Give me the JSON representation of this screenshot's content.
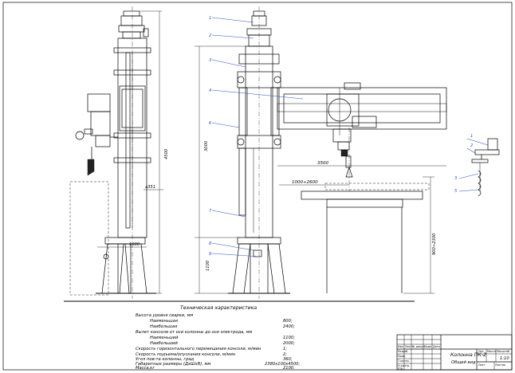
{
  "drawing": {
    "dimensions": {
      "height_total": "4500",
      "column_height": "3000",
      "reach": "3500",
      "travel_range": "1000÷2600",
      "worktable_height": "900÷2300",
      "base_left": "1000",
      "base_height": "1100",
      "diameter": "⌀351"
    },
    "leaders": [
      "1",
      "2",
      "3",
      "4",
      "6",
      "7",
      "8",
      "9"
    ],
    "detail_leaders": [
      "1",
      "2",
      "3",
      "5"
    ]
  },
  "specs": {
    "title": "Техническая характеристика",
    "rows": [
      {
        "label": "Высота уровня сварки, мм",
        "value": ""
      },
      {
        "label": "Наименьшая",
        "value": "800;"
      },
      {
        "label": "Наибольшая",
        "value": "2400;"
      },
      {
        "label": "Вылет консоли от оси колонны до оси электрода, мм",
        "value": ""
      },
      {
        "label": "Наименьший",
        "value": "1100;"
      },
      {
        "label": "Наибольший",
        "value": "2000;"
      },
      {
        "label": "Скорость горизонтального перемещения консоли, м/мин",
        "value": "1;"
      },
      {
        "label": "Скорость подъема/опускания консоли, м/мин",
        "value": "2;"
      },
      {
        "label": "Угол пов-та колонны, град",
        "value": "360;"
      },
      {
        "label": "Габаритные размеры (ДхШхВ), мм",
        "value": "2380х100х4500;"
      },
      {
        "label": "Масса,кг",
        "value": "2100."
      }
    ]
  },
  "title_block": {
    "name": "Колонна ПК-2",
    "subtitle": "Общий вид",
    "scale": "1:10",
    "small_labels": [
      "Изм",
      "Лист",
      "№ докум.",
      "Подп.",
      "Дата",
      "Разраб.",
      "Пров.",
      "Т.контр.",
      "Н.контр.",
      "Утв.",
      "Лит.",
      "Масса",
      "Масштаб",
      "Лист",
      "Листов"
    ]
  }
}
